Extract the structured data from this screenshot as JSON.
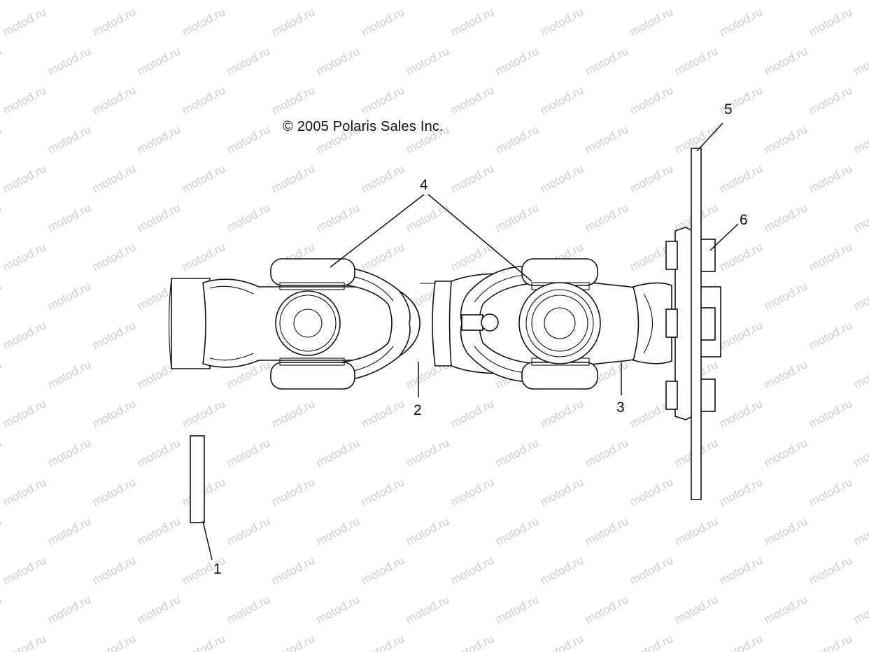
{
  "copyright": "© 2005 Polaris Sales Inc.",
  "watermark_text": "motod.ru",
  "colors": {
    "line": "#111111",
    "watermark": "#cfcfcf",
    "background": "#ffffff"
  },
  "callouts": {
    "c1": "1",
    "c2": "2",
    "c3": "3",
    "c4": "4",
    "c5": "5",
    "c6": "6"
  }
}
